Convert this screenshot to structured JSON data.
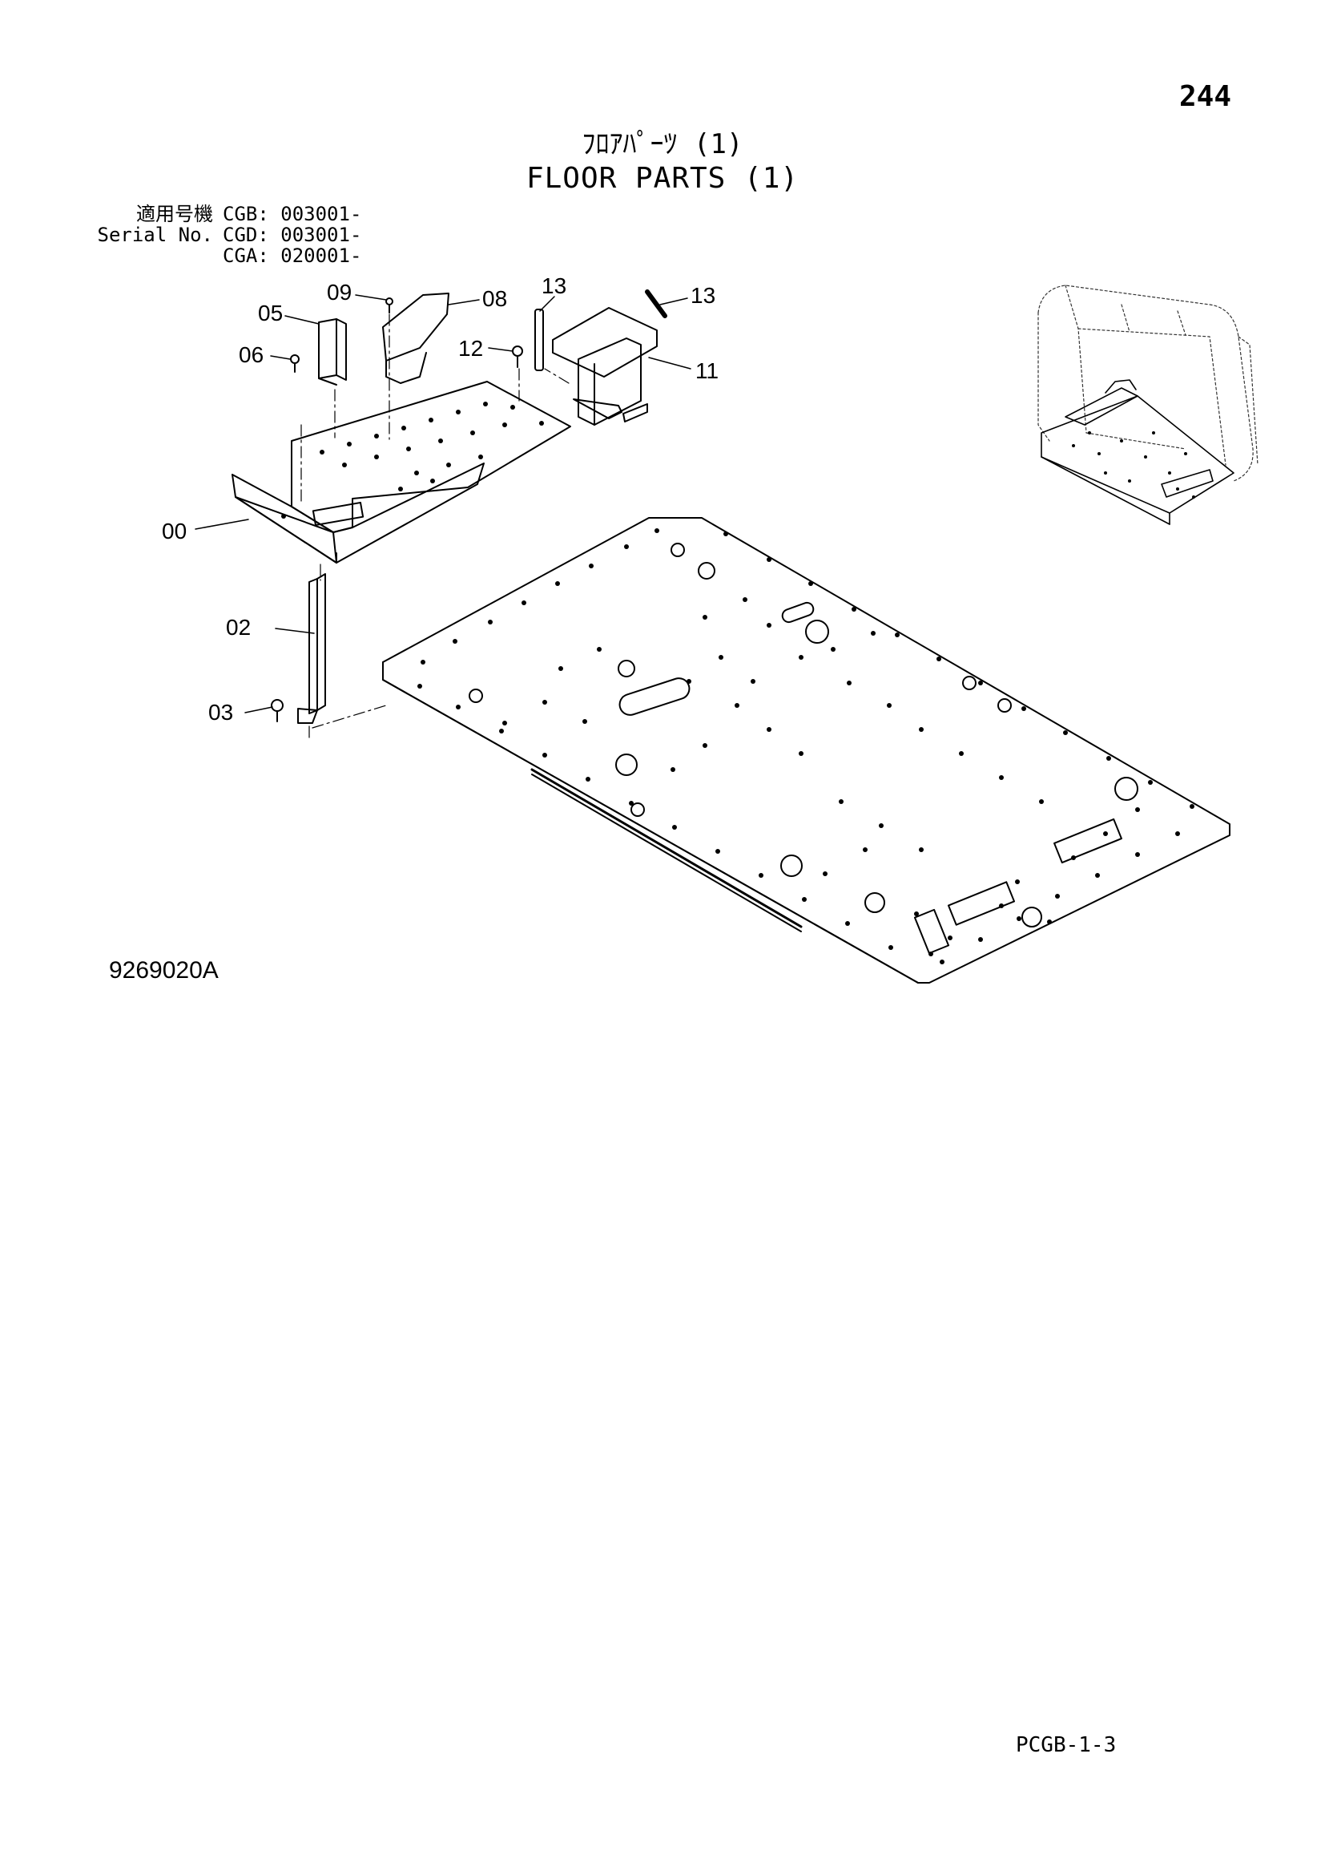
{
  "page_number": "244",
  "title_jp": "ﾌﾛｱﾊﾟｰﾂ (1)",
  "title_en": "FLOOR PARTS (1)",
  "serial": {
    "label_jp": "適用号機",
    "label_en": "Serial No.",
    "rows": [
      "CGB: 003001-",
      "CGD: 003001-",
      "CGA: 020001-"
    ]
  },
  "callouts": {
    "c00": "00",
    "c02": "02",
    "c03": "03",
    "c05": "05",
    "c06": "06",
    "c08": "08",
    "c09": "09",
    "c11": "11",
    "c12": "12",
    "c13a": "13",
    "c13b": "13"
  },
  "drawing_number": "9269020A",
  "footer_code": "PCGB-1-3"
}
